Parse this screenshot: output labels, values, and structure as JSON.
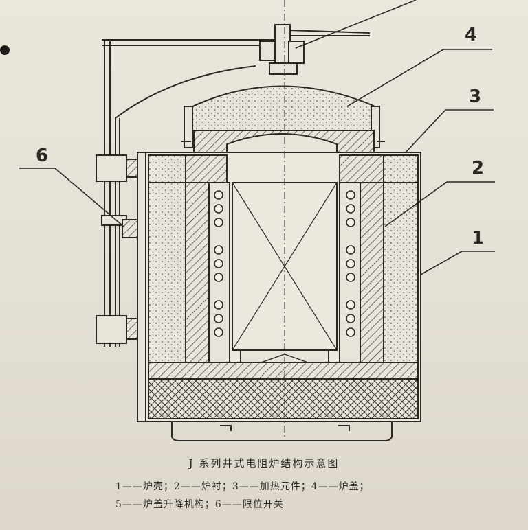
{
  "callouts": {
    "c1": "1",
    "c2": "2",
    "c3": "3",
    "c4": "4",
    "c6": "6"
  },
  "caption": {
    "title": "J 系列井式电阻炉结构示意图",
    "line1": "1——炉壳；2——炉衬；3——加热元件；4——炉盖；",
    "line2": "5——炉盖升降机构；6——限位开关"
  },
  "colors": {
    "ink": "#2a2724",
    "paper": "#e6e1d6"
  }
}
